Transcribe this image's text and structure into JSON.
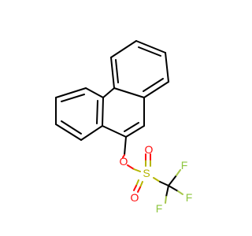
{
  "molecule": {
    "atoms": {
      "O_ester": {
        "label": "O",
        "color": "#ff0d0d"
      },
      "S": {
        "label": "S",
        "color": "#b5b500"
      },
      "O_up": {
        "label": "O",
        "color": "#ff0d0d"
      },
      "O_down": {
        "label": "O",
        "color": "#ff0d0d"
      },
      "F_top": {
        "label": "F",
        "color": "#8ec640"
      },
      "F_right": {
        "label": "F",
        "color": "#8ec640"
      },
      "F_left": {
        "label": "F",
        "color": "#8ec640"
      }
    }
  }
}
